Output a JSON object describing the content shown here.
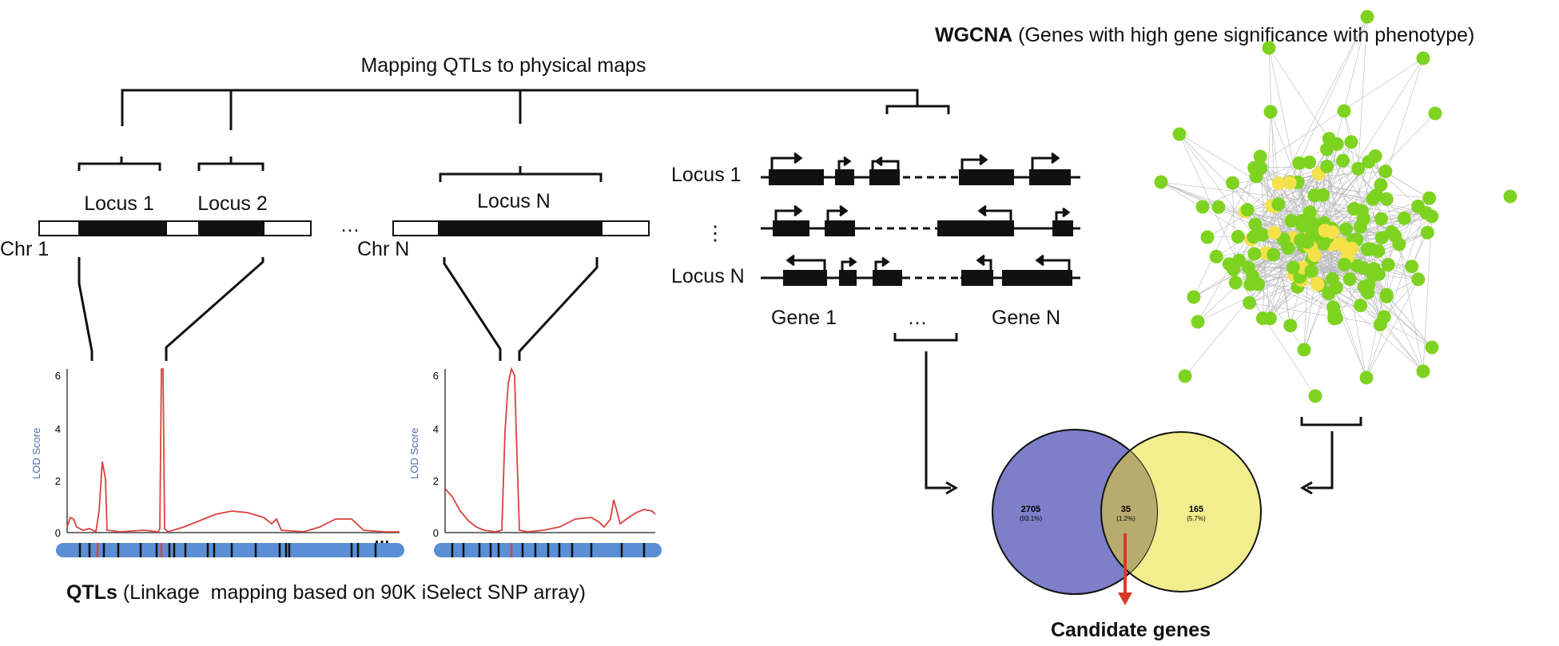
{
  "mapping": {
    "title": "Mapping QTLs to physical maps"
  },
  "chromosomes": {
    "chr1_label": "Chr 1",
    "chrN_label": "Chr N",
    "locus1": "Locus 1",
    "locus2": "Locus 2",
    "locusN": "Locus N",
    "ellipsis": "…"
  },
  "qtl_plots": {
    "ylabel": "LOD Score",
    "yticks": [
      "6",
      "4",
      "2",
      "0"
    ],
    "plot2_yticks": [
      "6",
      "4",
      "2",
      "0"
    ],
    "dots": "…"
  },
  "qtls_caption": {
    "bold": "QTLs",
    "rest": " (Linkage  mapping based on 90K iSelect SNP array)"
  },
  "gene_map": {
    "locus1": "Locus 1",
    "vdots": "⋮",
    "locusN": "Locus N",
    "gene1": "Gene 1",
    "ellipsis": "…",
    "geneN": "Gene N"
  },
  "wgcna": {
    "bold": "WGCNA",
    "rest": " (Genes with high gene significance with phenotype)"
  },
  "venn": {
    "left_count": "2705",
    "left_pct": "(93.1%)",
    "mid_count": "35",
    "mid_pct": "(1.2%)",
    "right_count": "165",
    "right_pct": "(5.7%)",
    "left_color": "#7d7fc9",
    "right_color": "#f3ee8d",
    "overlap_color": "#b7ab6e"
  },
  "candidate": {
    "label": "Candidate genes"
  },
  "colors": {
    "network_green": "#7ed321",
    "network_yellow": "#f5e14a",
    "lod_line": "#d9423f",
    "arrow_red": "#d93a25",
    "chrom_blue": "#5a8fd6"
  }
}
